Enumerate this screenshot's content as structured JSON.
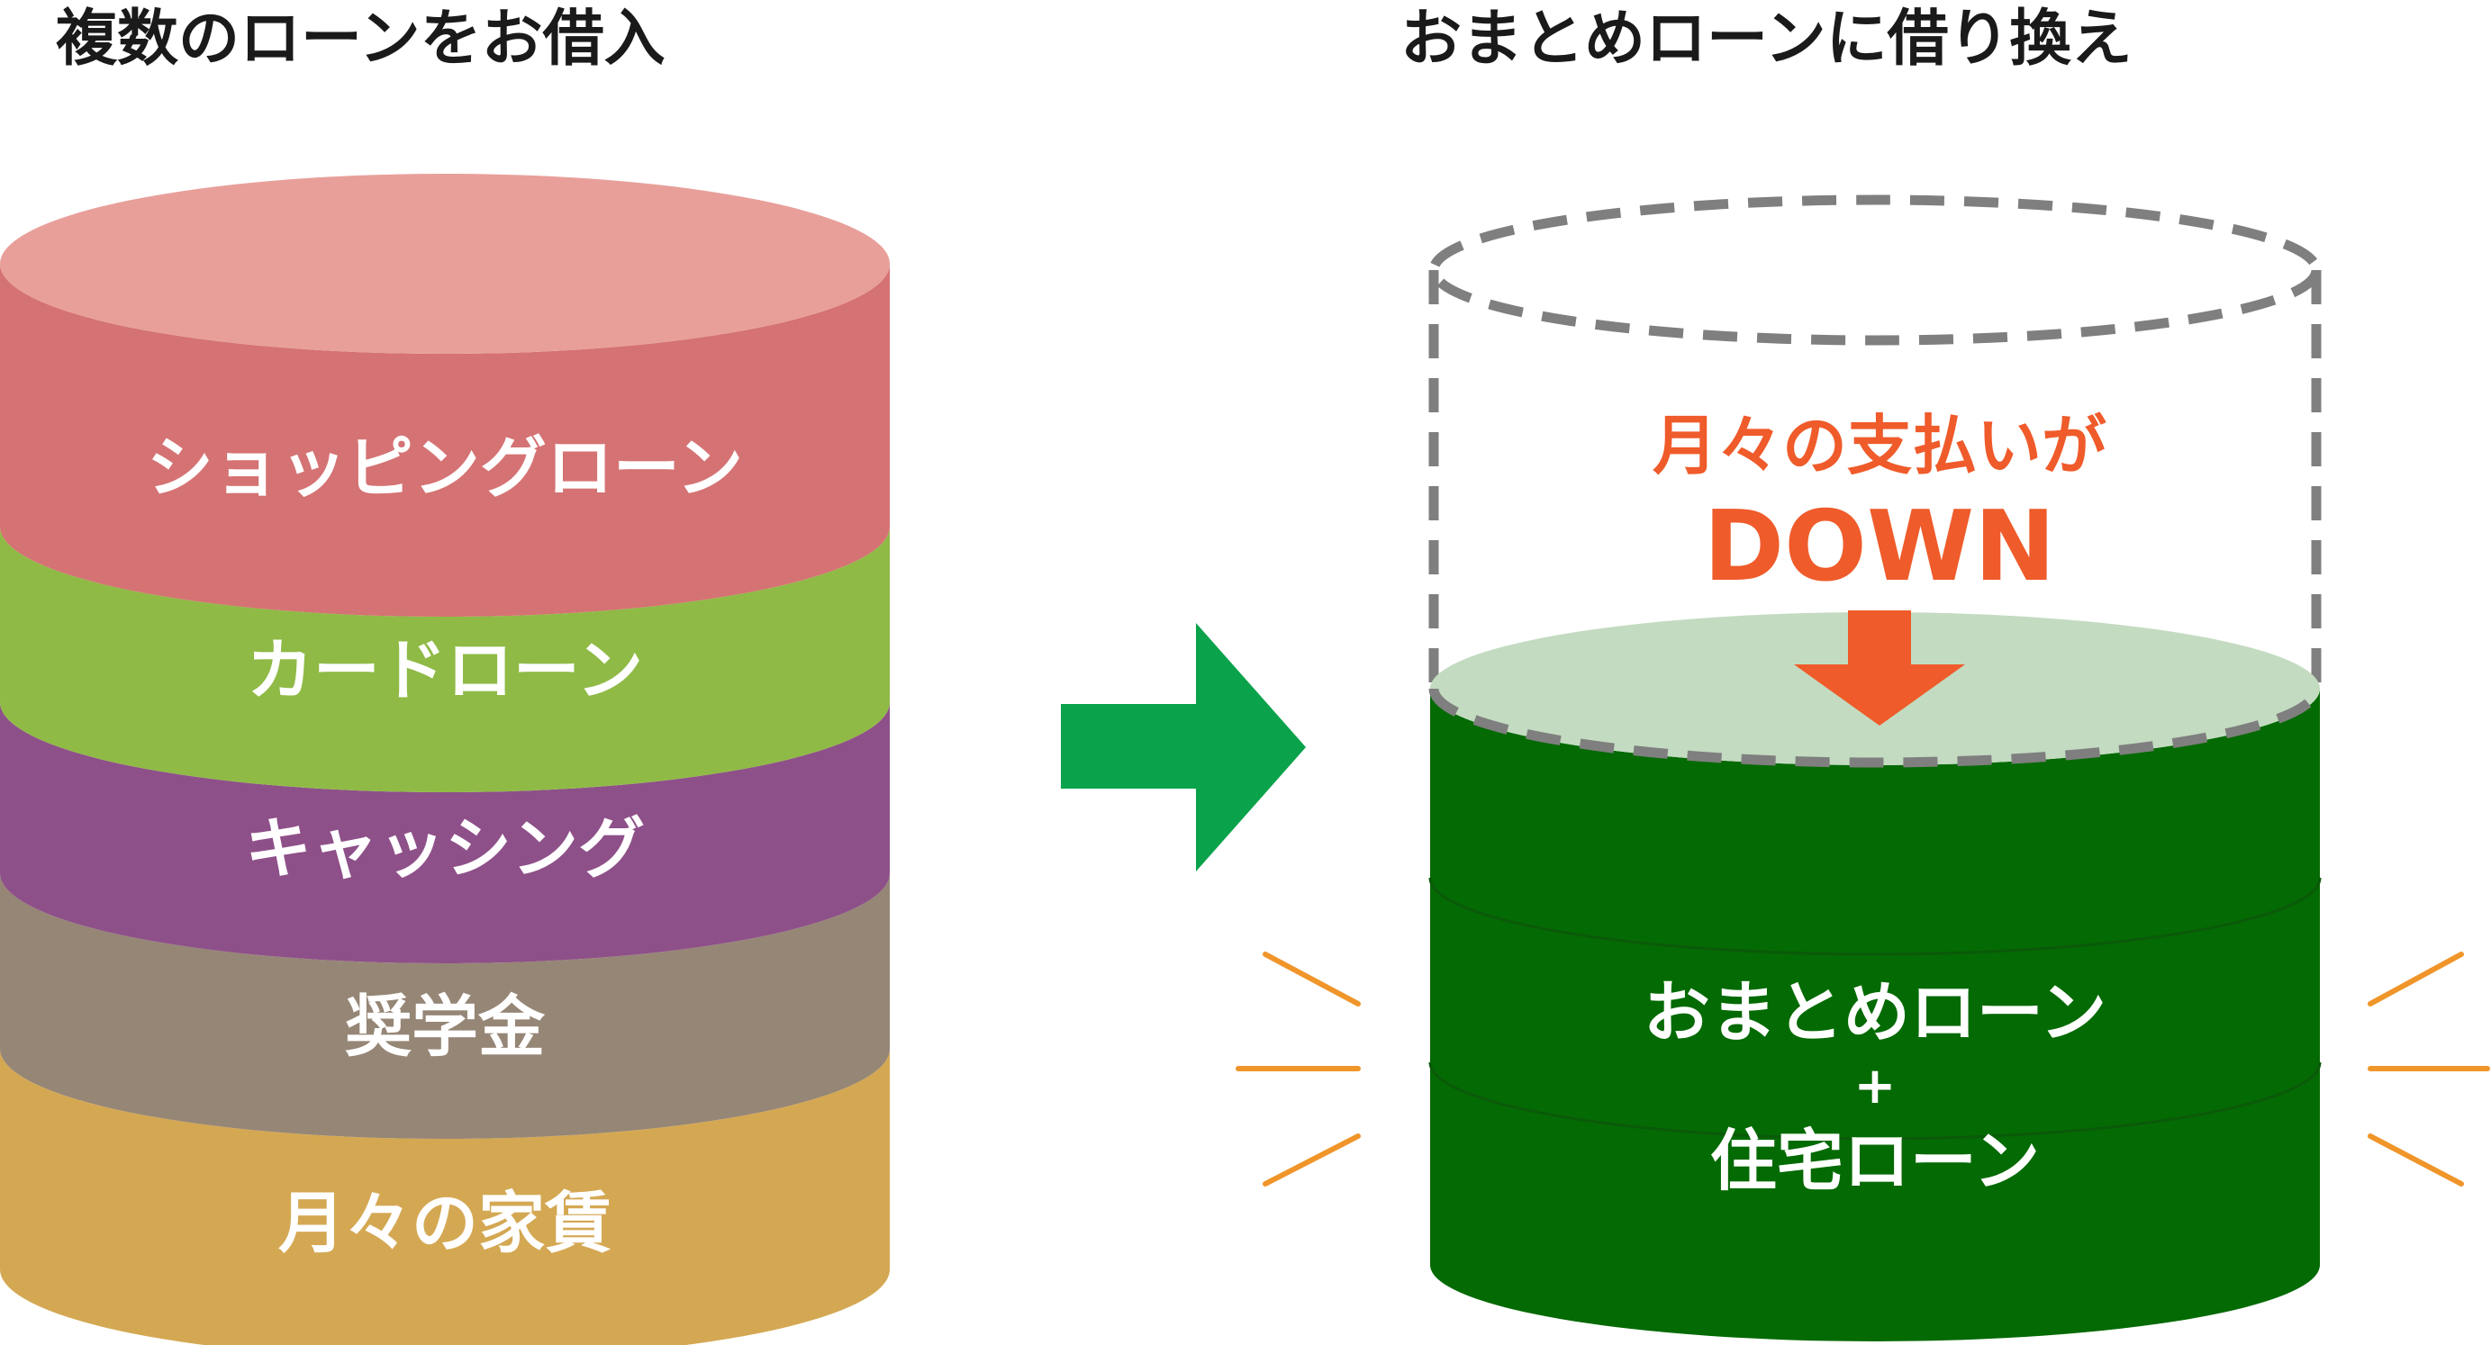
{
  "left": {
    "heading": "複数のローンをお借入",
    "layers": [
      {
        "label": "ショッピングローン",
        "side": "#d57273",
        "top": "#e89f9a"
      },
      {
        "label": "カードローン",
        "side": "#8fba46"
      },
      {
        "label": "キャッシング",
        "side": "#8e5089"
      },
      {
        "label": "奨学金",
        "side": "#968676"
      },
      {
        "label": "月々の家賃",
        "side": "#d4a853"
      }
    ]
  },
  "arrow": {
    "color": "#0aa24b"
  },
  "right": {
    "heading": "おまとめローンに借り換え",
    "note_line1": "月々の支払いが",
    "note_line2": "DOWN",
    "note_color": "#ef5b2a",
    "down_arrow_color": "#ef5b2a",
    "loan_line1": "おまとめローン",
    "loan_plus": "+",
    "loan_line2": "住宅ローン",
    "loan_side": "#046a03",
    "loan_top": "#c3dbc1",
    "dashed_color": "#7f7f7f",
    "ray_color": "#f0952a"
  }
}
